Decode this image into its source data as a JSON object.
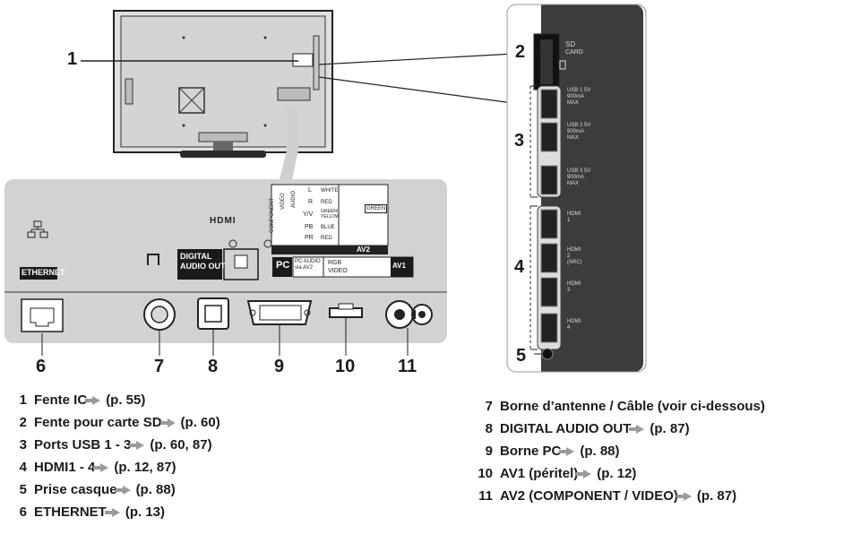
{
  "callouts": [
    "1",
    "2",
    "3",
    "4",
    "5",
    "6",
    "7",
    "8",
    "9",
    "10",
    "11"
  ],
  "panel_text": {
    "ethernet": "ETHERNET",
    "digital_audio_out": "DIGITAL\nAUDIO OUT",
    "hdmi": "HDMI",
    "pc": "PC",
    "pc_audio": "PC AUDIO via AV2",
    "av2": "AV2",
    "av1": "AV1",
    "rgb": "RGB",
    "video": "VIDEO",
    "component": "COMPONENT",
    "video_v": "VIDEO",
    "audio_v": "AUDIO",
    "rows": [
      {
        "a": "L",
        "b": "WHITE"
      },
      {
        "a": "R",
        "b": "RED"
      },
      {
        "a": "Y/V",
        "b": "GREEN/ YELLOW"
      },
      {
        "a": "PB",
        "b": "BLUE"
      },
      {
        "a": "PR",
        "b": "RED"
      }
    ],
    "green": "GREEN"
  },
  "side_text": {
    "sd": "SD",
    "card": "CARD",
    "usb1": "USB 1 5V 900mA MAX",
    "usb2": "USB 2 5V 900mA MAX",
    "usb3": "USB 3 5V 900mA MAX",
    "hdmi1": "HDMI 1",
    "hdmi2": "HDMI 2 (ARC)",
    "hdmi3": "HDMI 3",
    "hdmi4": "HDMI 4"
  },
  "legend_left": [
    {
      "num": "1",
      "text": "Fente IC",
      "ref": "(p. 55)"
    },
    {
      "num": "2",
      "text": "Fente pour carte SD",
      "ref": "(p. 60)"
    },
    {
      "num": "3",
      "text": "Ports USB 1 - 3",
      "ref": "(p. 60, 87)"
    },
    {
      "num": "4",
      "text": "HDMI1 - 4",
      "ref": "(p. 12, 87)"
    },
    {
      "num": "5",
      "text": "Prise casque",
      "ref": "(p. 88)"
    },
    {
      "num": "6",
      "text": "ETHERNET",
      "ref": "(p. 13)"
    }
  ],
  "legend_right": [
    {
      "num": "7",
      "text": "Borne d’antenne / Câble (voir ci-dessous)",
      "ref": ""
    },
    {
      "num": "8",
      "text": "DIGITAL AUDIO OUT",
      "ref": "(p. 87)"
    },
    {
      "num": "9",
      "text": "Borne PC",
      "ref": "(p. 88)"
    },
    {
      "num": "10",
      "text": "AV1 (péritel)",
      "ref": "(p. 12)"
    },
    {
      "num": "11",
      "text": "AV2 (COMPONENT / VIDEO)",
      "ref": "(p. 87)"
    }
  ],
  "colors": {
    "panel": "#d2d2d2",
    "side_panel": "#3c3c3c",
    "tv_body": "#d9d9d9",
    "arrow": "#9a9a9a"
  }
}
